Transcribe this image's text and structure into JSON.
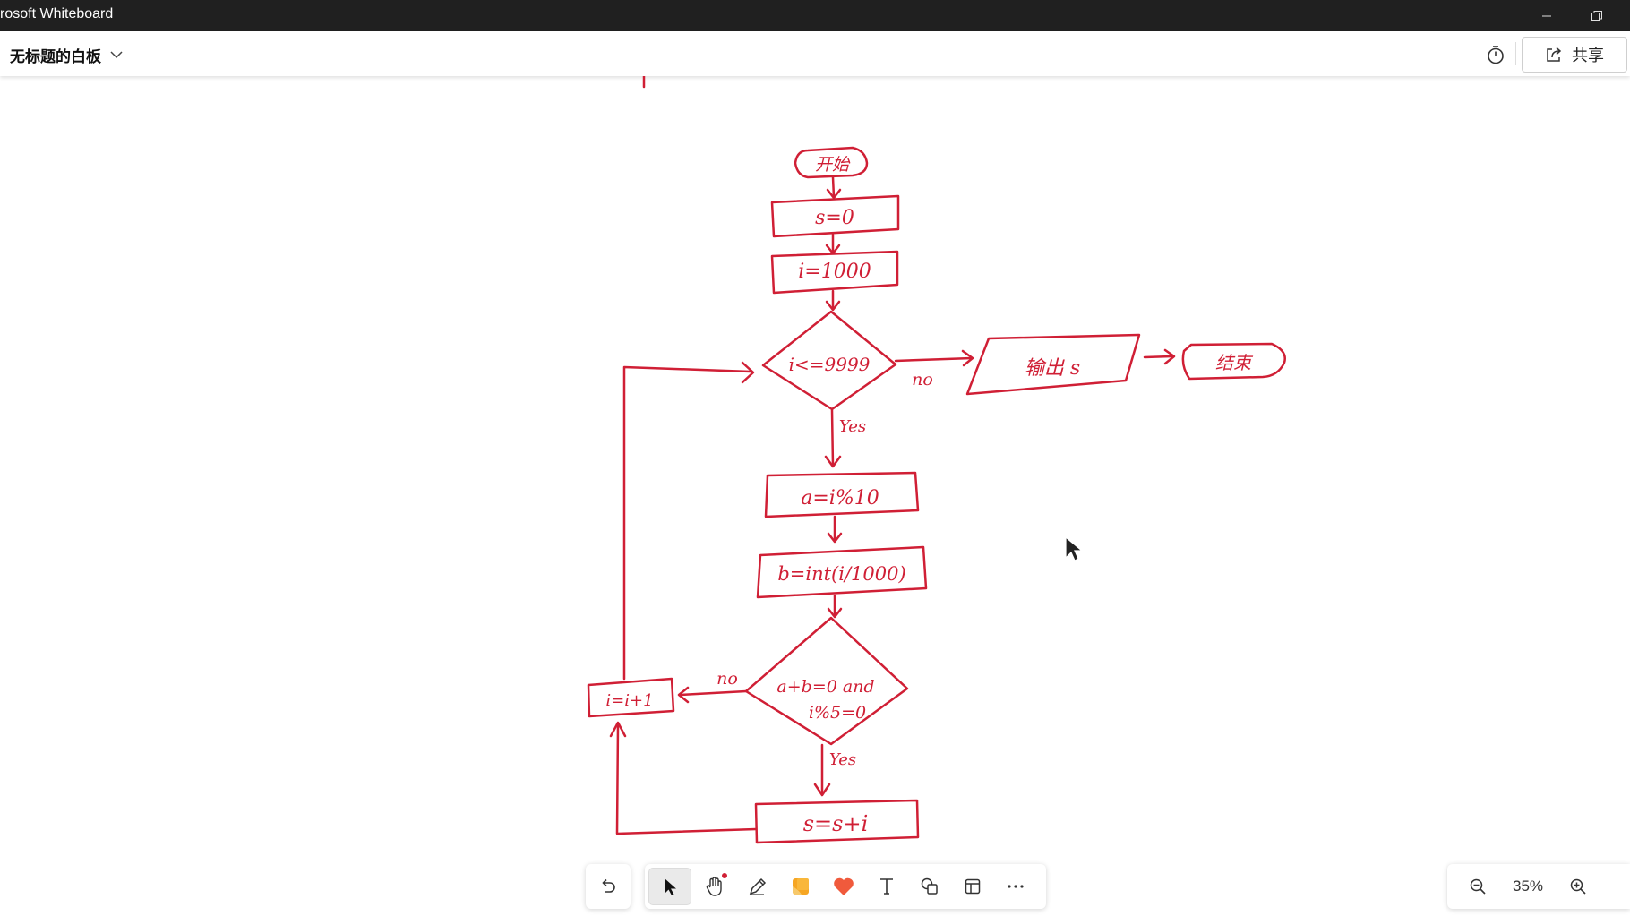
{
  "window": {
    "title": "rosoft Whiteboard",
    "minimize_icon": "minimize-icon",
    "restore_icon": "restore-icon"
  },
  "header": {
    "board_title": "无标题的白板",
    "share_label": "共享",
    "timer_icon": "timer-icon"
  },
  "ink_color": "#d01f35",
  "flowchart": {
    "start": "开始",
    "init_s": "s=0",
    "init_i": "i=1000",
    "loop_cond": "i<=9999",
    "no_label_1": "no",
    "output": "输出 s",
    "end": "结束",
    "yes_label_1": "Yes",
    "calc_a": "a=i%10",
    "calc_b": "b=int(i/1000)",
    "check_cond_line1": "a+b=0 and",
    "check_cond_line2": "i%5=0",
    "no_label_2": "no",
    "increment": "i=i+1",
    "yes_label_2": "Yes",
    "accumulate": "s=s+i"
  },
  "toolbar": {
    "items": [
      "undo-icon",
      "select-arrow-icon",
      "pan-hand-icon",
      "pen-icon",
      "sticky-note-icon",
      "reaction-heart-icon",
      "text-icon",
      "shapes-icon",
      "template-icon",
      "more-icon"
    ]
  },
  "zoom": {
    "level": "35%",
    "zoom_out_icon": "zoom-out-icon",
    "zoom_in_icon": "zoom-in-icon"
  }
}
